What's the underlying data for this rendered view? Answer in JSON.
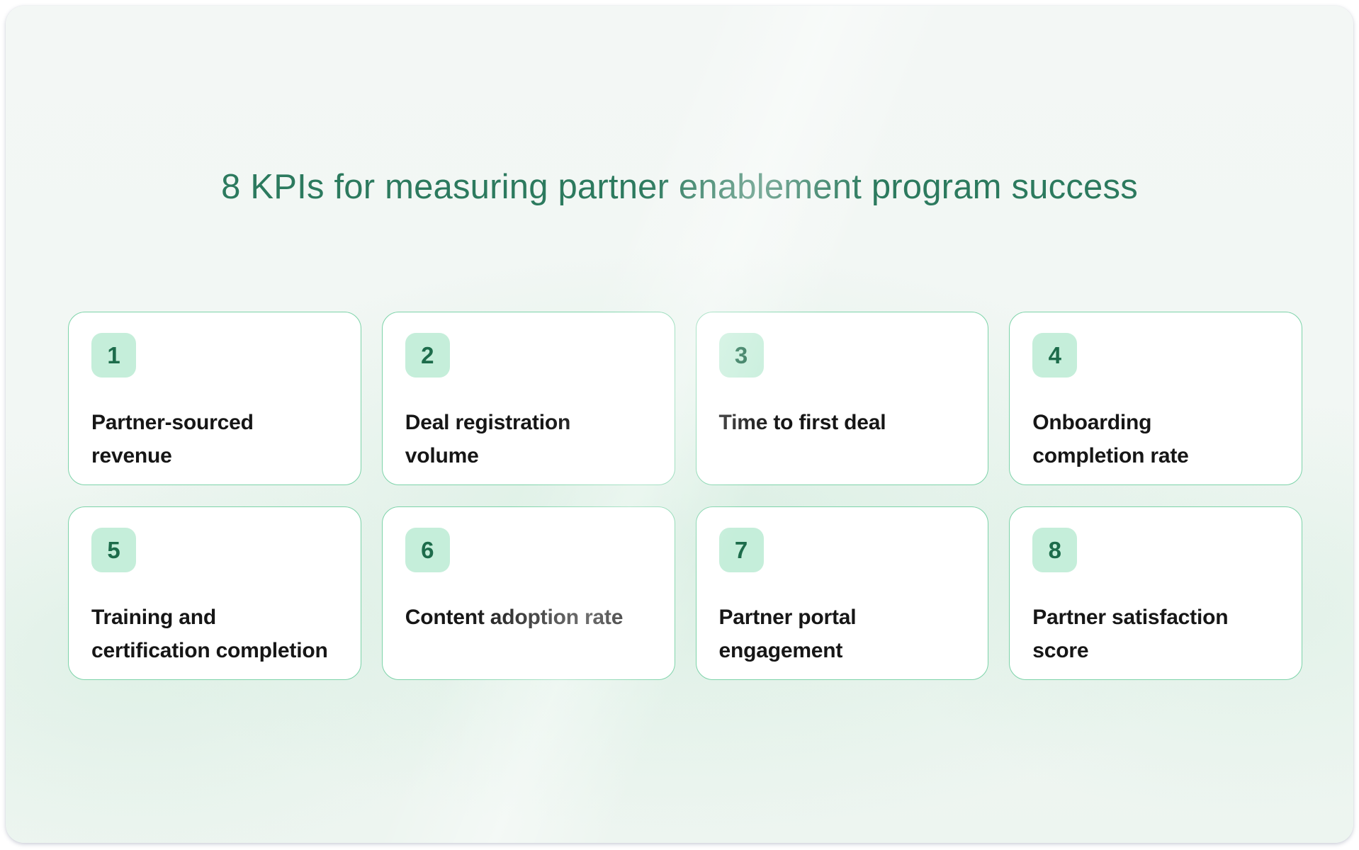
{
  "title": "8 KPIs for measuring partner enablement program success",
  "colors": {
    "title": "#2C7A5E",
    "canvas_bg": "#F2F7F4",
    "glow": "#C7E9D6",
    "card_bg": "#FFFFFF",
    "card_border": "#7DD3A9",
    "badge_bg": "#C5EEDA",
    "badge_number": "#1D6C4B",
    "label": "#161616"
  },
  "kpis": [
    {
      "number": "1",
      "label": "Partner-sourced\nrevenue"
    },
    {
      "number": "2",
      "label": "Deal registration\nvolume"
    },
    {
      "number": "3",
      "label": "Time to first deal"
    },
    {
      "number": "4",
      "label": "Onboarding\ncompletion rate"
    },
    {
      "number": "5",
      "label": "Training and\ncertification completion"
    },
    {
      "number": "6",
      "label": "Content adoption rate"
    },
    {
      "number": "7",
      "label": "Partner portal\nengagement"
    },
    {
      "number": "8",
      "label": "Partner satisfaction\nscore"
    }
  ]
}
